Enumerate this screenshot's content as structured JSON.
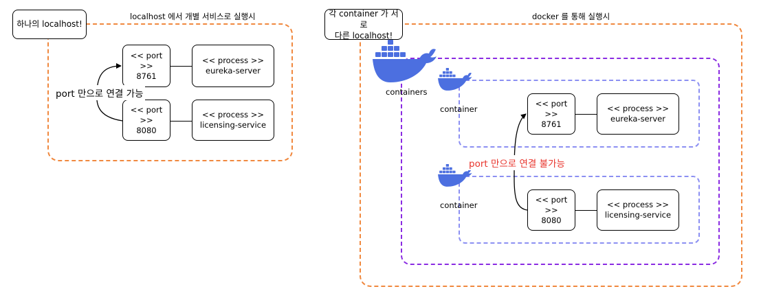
{
  "left": {
    "callout": "하나의 localhost!",
    "title": "localhost 에서 개별 서비스로 실행시",
    "port_a": {
      "line1": "<< port >>",
      "line2": "8761"
    },
    "proc_a": {
      "line1": "<< process >>",
      "line2": "eureka-server"
    },
    "port_b": {
      "line1": "<< port >>",
      "line2": "8080"
    },
    "proc_b": {
      "line1": "<< process >>",
      "line2": "licensing-service"
    },
    "note": "port 만으로 연결 가능"
  },
  "right": {
    "callout_l1": "각 container 가 서로",
    "callout_l2": "다른 localhost!",
    "title": "docker 를 통해 실행시",
    "containers_label": "containers",
    "container_a_label": "container",
    "container_b_label": "container",
    "port_a": {
      "line1": "<< port >>",
      "line2": "8761"
    },
    "proc_a": {
      "line1": "<< process >>",
      "line2": "eureka-server"
    },
    "port_b": {
      "line1": "<< port >>",
      "line2": "8080"
    },
    "proc_b": {
      "line1": "<< process >>",
      "line2": "licensing-service"
    },
    "note": "port 만으로 연결 불가능"
  },
  "icons": {
    "docker_big": "docker-whale-icon",
    "docker_small_a": "docker-whale-icon",
    "docker_small_b": "docker-whale-icon"
  },
  "colors": {
    "orange_dash": "#f0883e",
    "purple_dash": "#8a2be2",
    "blue_dash": "#8b8ff2",
    "docker_blue": "#4c6fe0",
    "red_note": "#e8342c"
  }
}
